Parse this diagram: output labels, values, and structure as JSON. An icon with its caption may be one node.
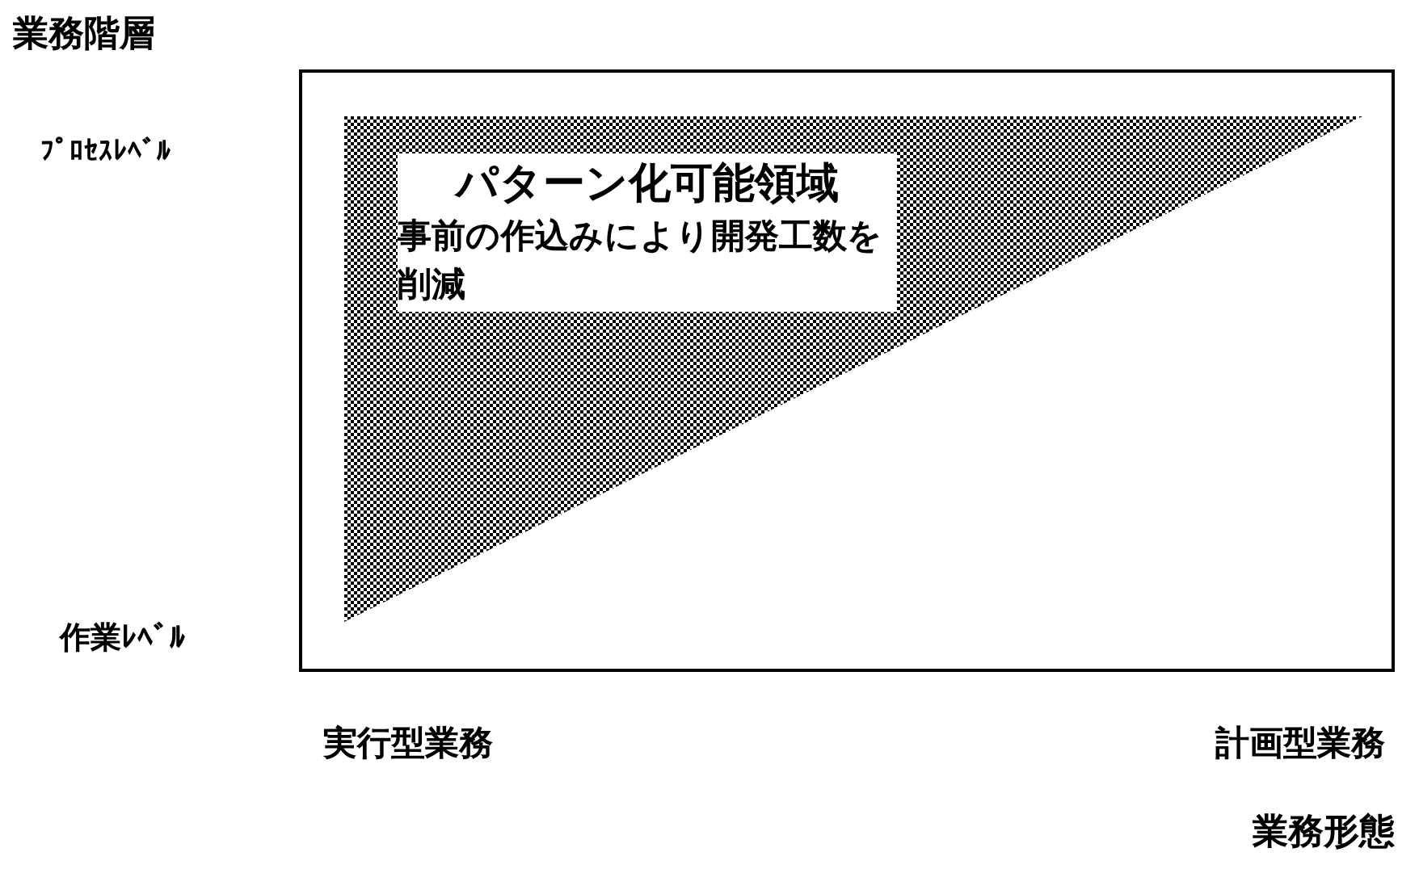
{
  "diagram": {
    "title": "業務階層",
    "nodes": [
      {
        "text": [
          "パターン化可能領域",
          "事前の作込みにより開発工数を削減"
        ]
      }
    ],
    "edges": [],
    "labels": [
      "ﾌﾟﾛｾｽﾚﾍﾞﾙ",
      "作業ﾚﾍﾞﾙ",
      "実行型業務",
      "計画型業務",
      "業務形態"
    ]
  }
}
